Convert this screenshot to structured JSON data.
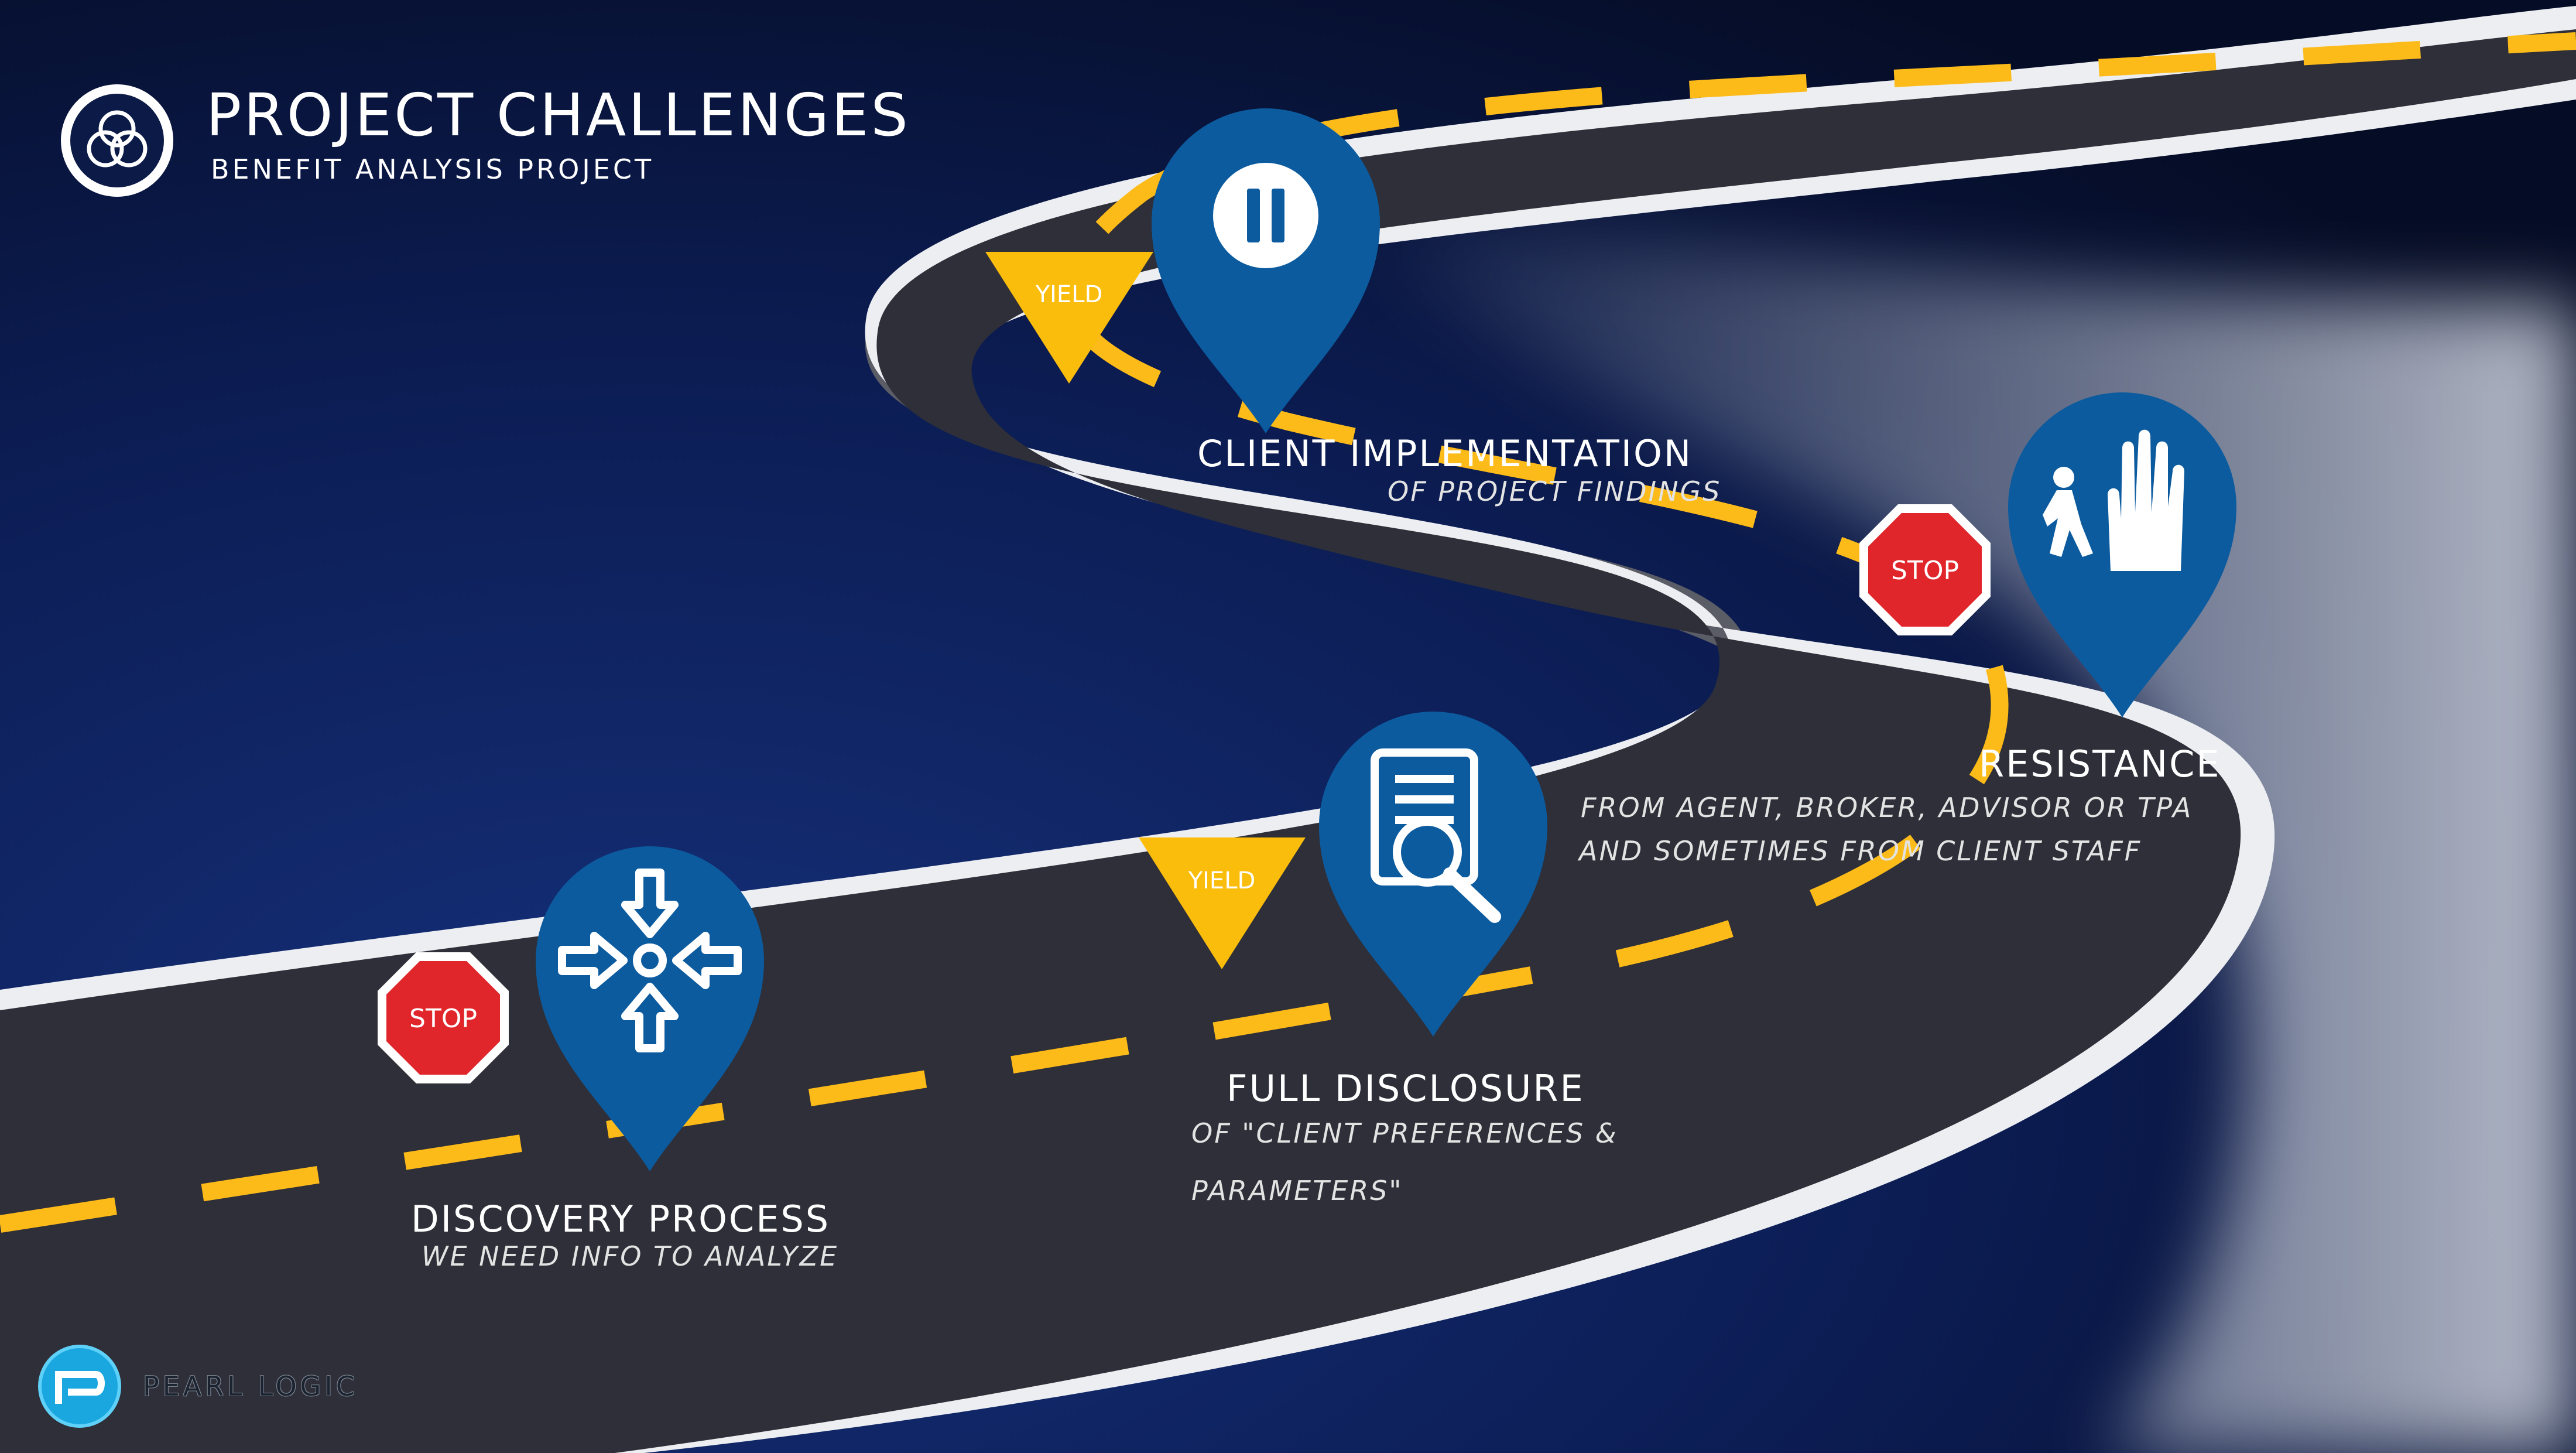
{
  "header": {
    "title": "PROJECT CHALLENGES",
    "subtitle": "BENEFIT ANALYSIS PROJECT",
    "logo_icon": "venn-circles-icon"
  },
  "milestones": [
    {
      "title": "DISCOVERY PROCESS",
      "subtitle": "WE NEED INFO TO ANALYZE",
      "icon": "arrows-converge-icon",
      "sign": "STOP"
    },
    {
      "title": "FULL DISCLOSURE",
      "subtitle_lines": [
        "OF \"CLIENT PREFERENCES &",
        "PARAMETERS\""
      ],
      "icon": "document-search-icon",
      "sign": "YIELD"
    },
    {
      "title": "RESISTANCE",
      "subtitle_lines": [
        "FROM AGENT, BROKER, ADVISOR OR TPA",
        "AND SOMETIMES FROM CLIENT STAFF"
      ],
      "icon": "pedestrian-hand-icon",
      "sign": "STOP"
    },
    {
      "title": "CLIENT IMPLEMENTATION",
      "subtitle": "OF PROJECT FINDINGS",
      "icon": "pause-icon",
      "sign": "YIELD"
    }
  ],
  "brand": {
    "name": "PEARL LOGIC",
    "icon": "pearl-logic-logo-icon"
  },
  "colors": {
    "background": "#0b1a46",
    "road": "#2e2f38",
    "road_edge": "#f2f2f2",
    "lane_marking": "#fdbb1a",
    "pin": "#0c5b9e",
    "stop_sign": "#e0262b",
    "yield_sign": "#fbbd0c",
    "text": "#ffffff"
  }
}
